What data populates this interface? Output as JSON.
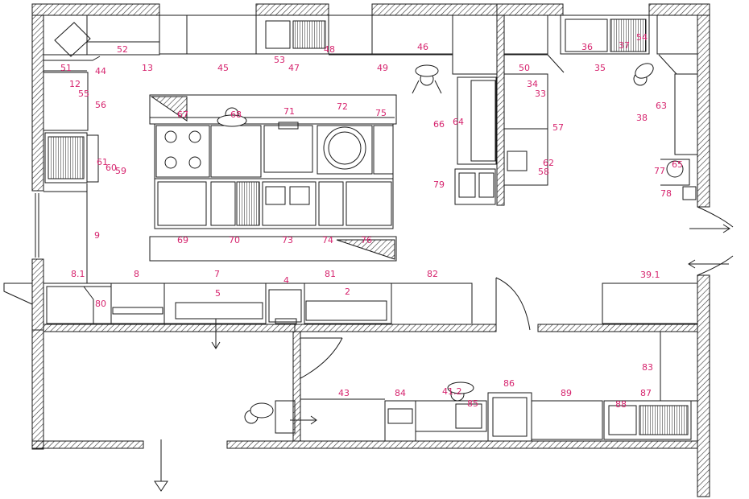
{
  "colors": {
    "line": "#1a1a1a",
    "label": "#d6246e",
    "hatch": "#333333"
  },
  "labels": {
    "l52": "52",
    "l13": "13",
    "l45": "45",
    "l53": "53",
    "l48": "48",
    "l47": "47",
    "l49": "49",
    "l46": "46",
    "l51": "51",
    "l44": "44",
    "l12": "12",
    "l55": "55",
    "l56": "56",
    "l67": "67",
    "l68": "68",
    "l71": "71",
    "l72": "72",
    "l75": "75",
    "l66": "66",
    "l64": "64",
    "l61": "61",
    "l60": "60",
    "l59": "59",
    "l9": "9",
    "l69": "69",
    "l70": "70",
    "l73": "73",
    "l74": "74",
    "l76": "76",
    "l79": "79",
    "l8_1": "8.1",
    "l8": "8",
    "l7": "7",
    "l4": "4",
    "l81": "81",
    "l82": "82",
    "l80": "80",
    "l5": "5",
    "l2": "2",
    "l50": "50",
    "l34": "34",
    "l33": "33",
    "l36": "36",
    "l37": "37",
    "l54": "54",
    "l35": "35",
    "l63": "63",
    "l38": "38",
    "l57": "57",
    "l62": "62",
    "l58": "58",
    "l77": "77",
    "l65": "65",
    "l78": "78",
    "l39_1": "39.1",
    "l83": "83",
    "l43": "43",
    "l84": "84",
    "l41_2": "41.2",
    "l85": "85",
    "l86": "86",
    "l89": "89",
    "l88": "88",
    "l87": "87"
  }
}
